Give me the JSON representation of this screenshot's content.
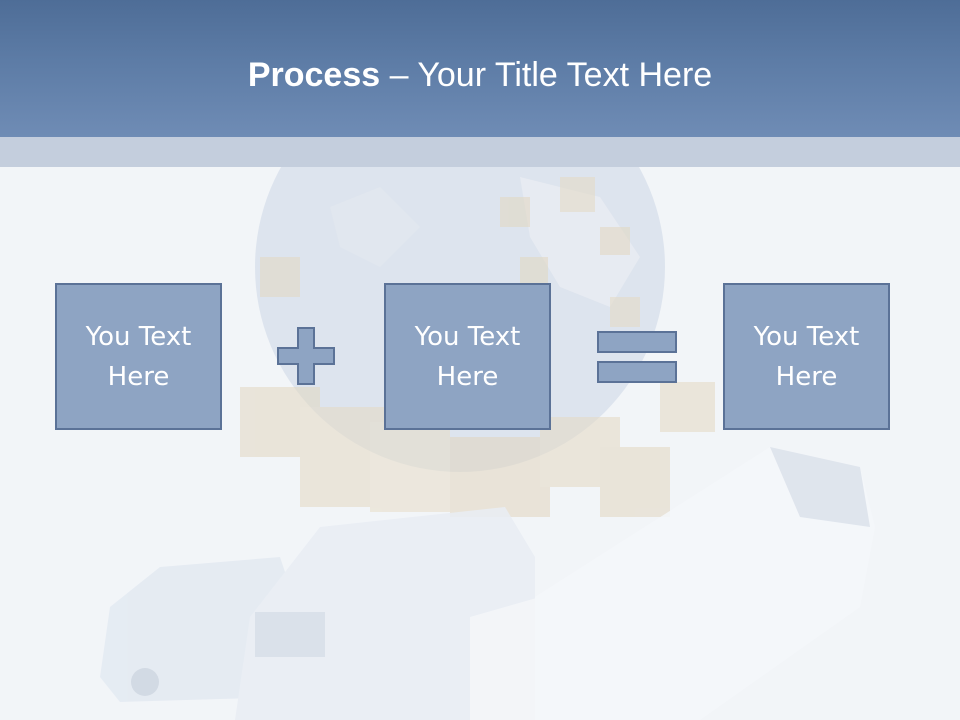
{
  "slide": {
    "title_bold": "Process",
    "title_rest": " – Your Title Text Here",
    "boxes": [
      {
        "line1": "You Text",
        "line2": "Here"
      },
      {
        "line1": "You Text",
        "line2": "Here"
      },
      {
        "line1": "You Text",
        "line2": "Here"
      }
    ],
    "operators": {
      "first": "plus-icon",
      "second": "equals-icon"
    }
  },
  "colors": {
    "title_bar": "#5d7ca6",
    "title_strip": "#c4cedd",
    "box_fill": "#8ea4c3",
    "box_border": "#5b7297",
    "text_white": "#ffffff"
  }
}
